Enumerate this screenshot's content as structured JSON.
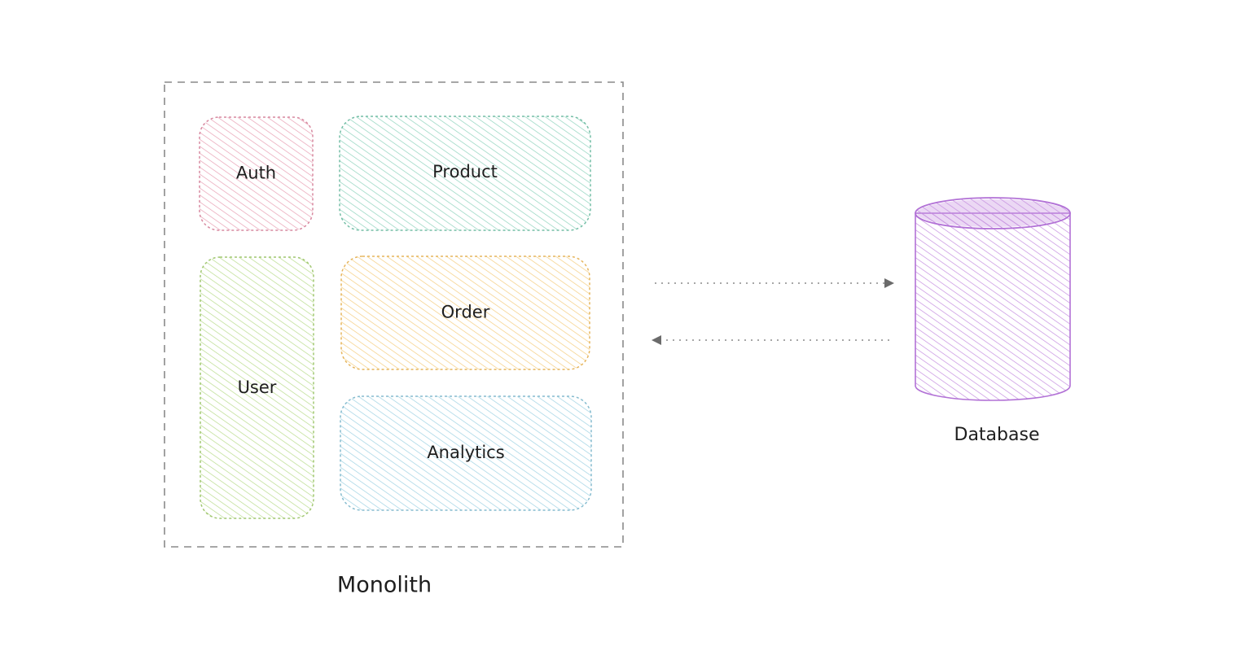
{
  "monolith": {
    "label": "Monolith",
    "modules": [
      {
        "name": "Auth",
        "color": "#e8a0b4"
      },
      {
        "name": "Product",
        "color": "#8fd3bd"
      },
      {
        "name": "User",
        "color": "#b9dc8c"
      },
      {
        "name": "Order",
        "color": "#f5cd7e"
      },
      {
        "name": "Analytics",
        "color": "#9ed2e3"
      }
    ]
  },
  "database": {
    "label": "Database",
    "color": "#c58fe0"
  },
  "colors": {
    "frame": "#8a8a8a",
    "arrow": "#6b6b6b",
    "text": "#1e1e1e"
  }
}
